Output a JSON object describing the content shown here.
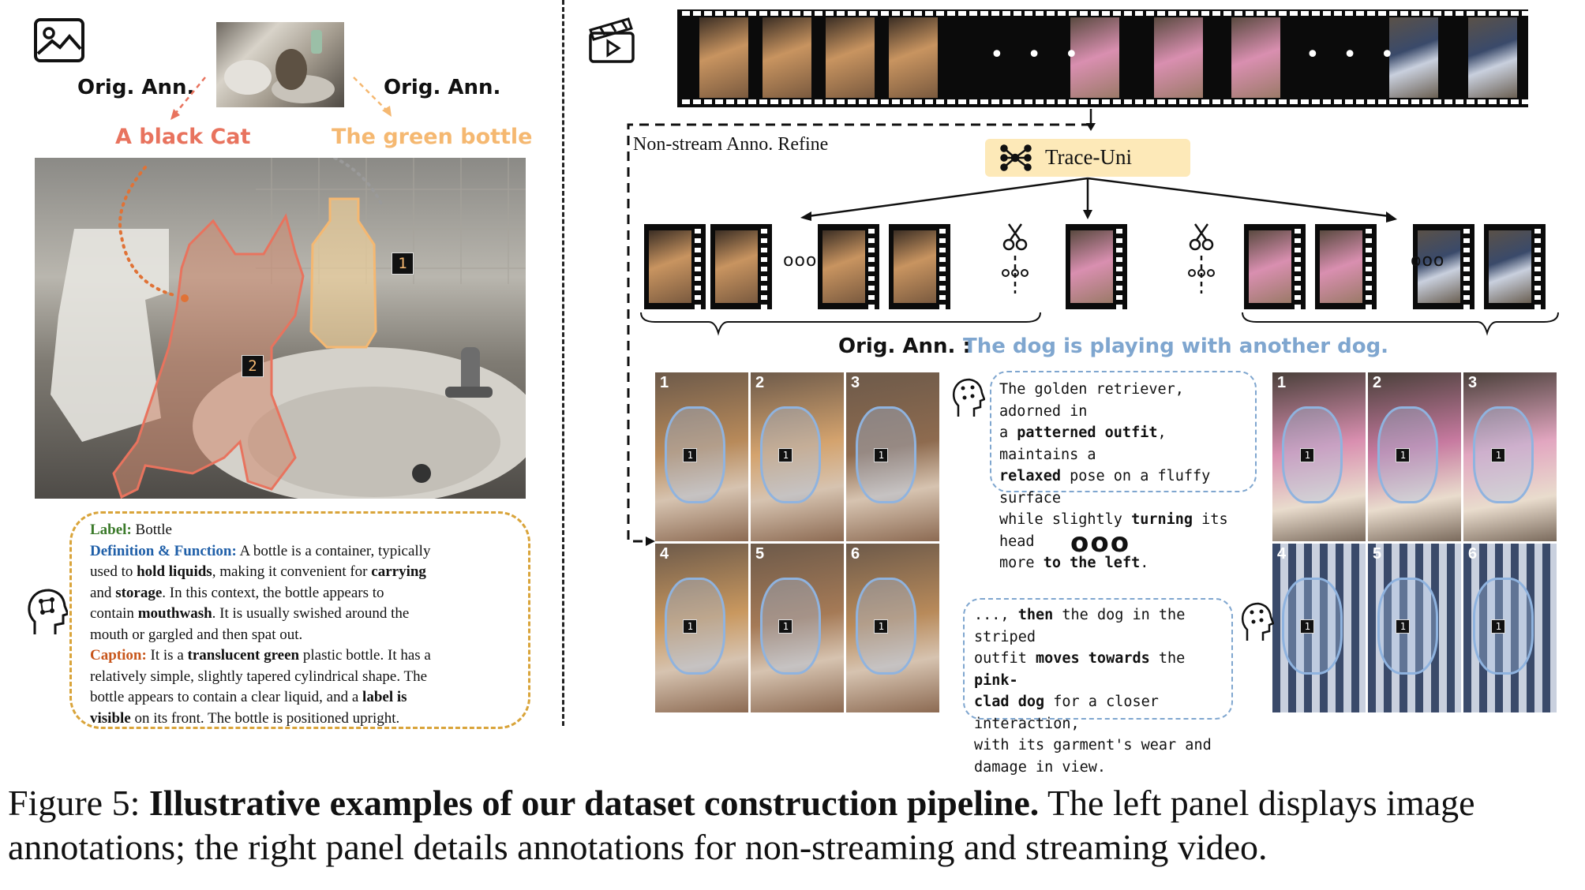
{
  "left_panel": {
    "orig_ann_left": "Orig. Ann.",
    "orig_ann_right": "Orig. Ann.",
    "label_cat": "A black Cat",
    "label_bottle": "The green bottle",
    "tag_bottle": "1",
    "tag_cat": "2",
    "description": {
      "label_key": "Label:",
      "label_val": "Bottle",
      "def_key": "Definition & Function:",
      "def_text_1": "A bottle is a container, typically",
      "def_text_2a": "used to ",
      "def_text_2b": "hold liquids",
      "def_text_2c": ", making it convenient for ",
      "def_text_2d": "carrying",
      "def_text_3a": "and ",
      "def_text_3b": "storage",
      "def_text_3c": ". In this context, the bottle appears to",
      "def_text_4a": "contain ",
      "def_text_4b": "mouthwash",
      "def_text_4c": ". It is usually swished around the",
      "def_text_5": "mouth or gargled and then spat out.",
      "cap_key": "Caption:",
      "cap_text_1a": " It is a ",
      "cap_text_1b": "translucent green",
      "cap_text_1c": " plastic bottle. It has a",
      "cap_text_2": "relatively simple, slightly tapered cylindrical shape. The",
      "cap_text_3a": "bottle appears to contain a clear liquid, and a ",
      "cap_text_3b": "label is",
      "cap_text_4a": "visible",
      "cap_text_4b": " on its front. The bottle is positioned upright."
    }
  },
  "right_panel": {
    "non_stream_label": "Non-stream  Anno. Refine",
    "trace_uni": "Trace-Uni",
    "orig_ann_key": "Orig. Ann. :",
    "orig_ann_val": "The dog is playing with another dog.",
    "ellipsis": "• • •",
    "ooo": "ooo",
    "left_grid_nums": [
      "1",
      "2",
      "3",
      "4",
      "5",
      "6"
    ],
    "right_grid_nums": [
      "1",
      "2",
      "3",
      "4",
      "5",
      "6"
    ],
    "obj_tag": "1",
    "bubble_top": {
      "l1": "The golden retriever, adorned in",
      "l2a": "a ",
      "l2b": "patterned outfit",
      "l2c": ", maintains a",
      "l3a": "relaxed",
      "l3b": " pose on a fluffy surface",
      "l4a": "while slightly ",
      "l4b": "turning",
      "l4c": " its head",
      "l5a": "more ",
      "l5b": "to the left",
      "l5c": "."
    },
    "bubble_bottom": {
      "l1a": "..., ",
      "l1b": "then",
      "l1c": " the dog in the striped",
      "l2a": "outfit ",
      "l2b": "moves towards",
      "l2c": " the ",
      "l2d": "pink-",
      "l3a": "clad dog",
      "l3b": " for a closer interaction,",
      "l4": "with its garment's wear and",
      "l5": "damage in view."
    }
  },
  "caption": {
    "fig": "Figure 5: ",
    "bold": "Illustrative examples of our dataset construction pipeline.",
    "rest": " The left panel displays image",
    "line2": "annotations; the right panel details annotations for non-streaming and streaming video."
  },
  "colors": {
    "cat_red": "#e8735e",
    "bottle_orange": "#f5b871",
    "box_gold": "#d9a43a",
    "label_green": "#3b7a2a",
    "def_blue": "#1f5fa8",
    "caption_orange": "#c8561b",
    "ann_blue": "#7fa6cf",
    "trace_bg": "#fde9b8",
    "dog_outline": "#8fb3df"
  }
}
